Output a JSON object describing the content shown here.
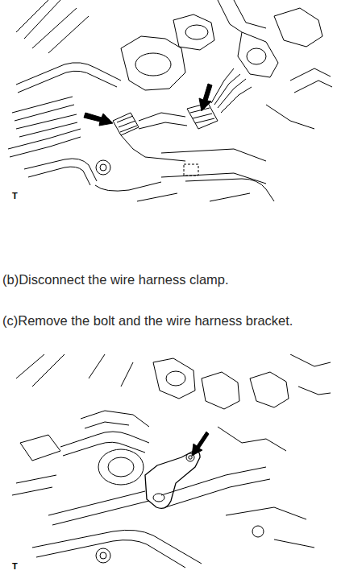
{
  "diagram": {
    "labels": [
      "T",
      "(b)Disconnect the wire harness clamp.",
      "(c)Remove the bolt and the wire harness bracket.",
      "T"
    ]
  }
}
